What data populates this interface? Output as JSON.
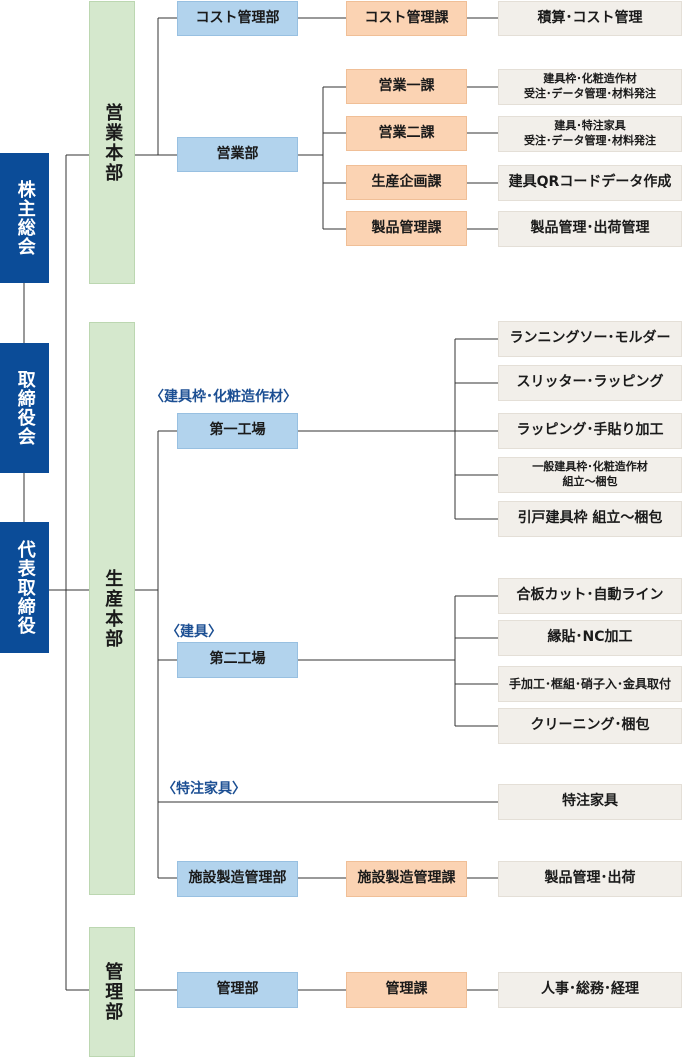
{
  "board": {
    "shareholders": "株主総会",
    "directors": "取締役会",
    "ceo": "代表取締役"
  },
  "sales_hq": {
    "name": "営業本部",
    "cost_dept": "コスト管理部",
    "cost_section": "コスト管理課",
    "cost_task": "積算･コスト管理",
    "sales_dept": "営業部",
    "sec1": "営業一課",
    "sec1_task_line1": "建具枠･化粧造作材",
    "sec1_task_line2": "受注･データ管理･材料発注",
    "sec2": "営業二課",
    "sec2_task_line1": "建具･特注家具",
    "sec2_task_line2": "受注･データ管理･材料発注",
    "planning": "生産企画課",
    "planning_task": "建具QRコードデータ作成",
    "product_mgmt": "製品管理課",
    "product_task": "製品管理･出荷管理"
  },
  "production_hq": {
    "name": "生産本部",
    "label1": "〈建具枠･化粧造作材〉",
    "factory1": "第一工場",
    "f1_lines": [
      "ランニングソー･モルダー",
      "スリッター･ラッピング",
      "ラッピング･手貼り加工"
    ],
    "f1_line4_a": "一般建具枠･化粧造作材",
    "f1_line4_b": "組立～梱包",
    "f1_line5": "引戸建具枠 組立～梱包",
    "label2": "〈建具〉",
    "factory2": "第二工場",
    "f2_lines": [
      "合板カット･自動ライン",
      "縁貼･NC加工",
      "手加工･框組･硝子入･金具取付",
      "クリーニング･梱包"
    ],
    "label3": "〈特注家具〉",
    "custom_task": "特注家具",
    "facility_dept": "施設製造管理部",
    "facility_section": "施設製造管理課",
    "facility_task": "製品管理･出荷"
  },
  "admin_hq": {
    "name": "管理部",
    "dept": "管理部",
    "section": "管理課",
    "task": "人事･総務･経理"
  },
  "colors": {
    "navy": "#0b4c98",
    "green": "#d5e8cd",
    "blue": "#b2d3ed",
    "orange": "#fbd3b3",
    "beige": "#f2efea",
    "label_text": "#1c4f93",
    "line": "#333333"
  }
}
